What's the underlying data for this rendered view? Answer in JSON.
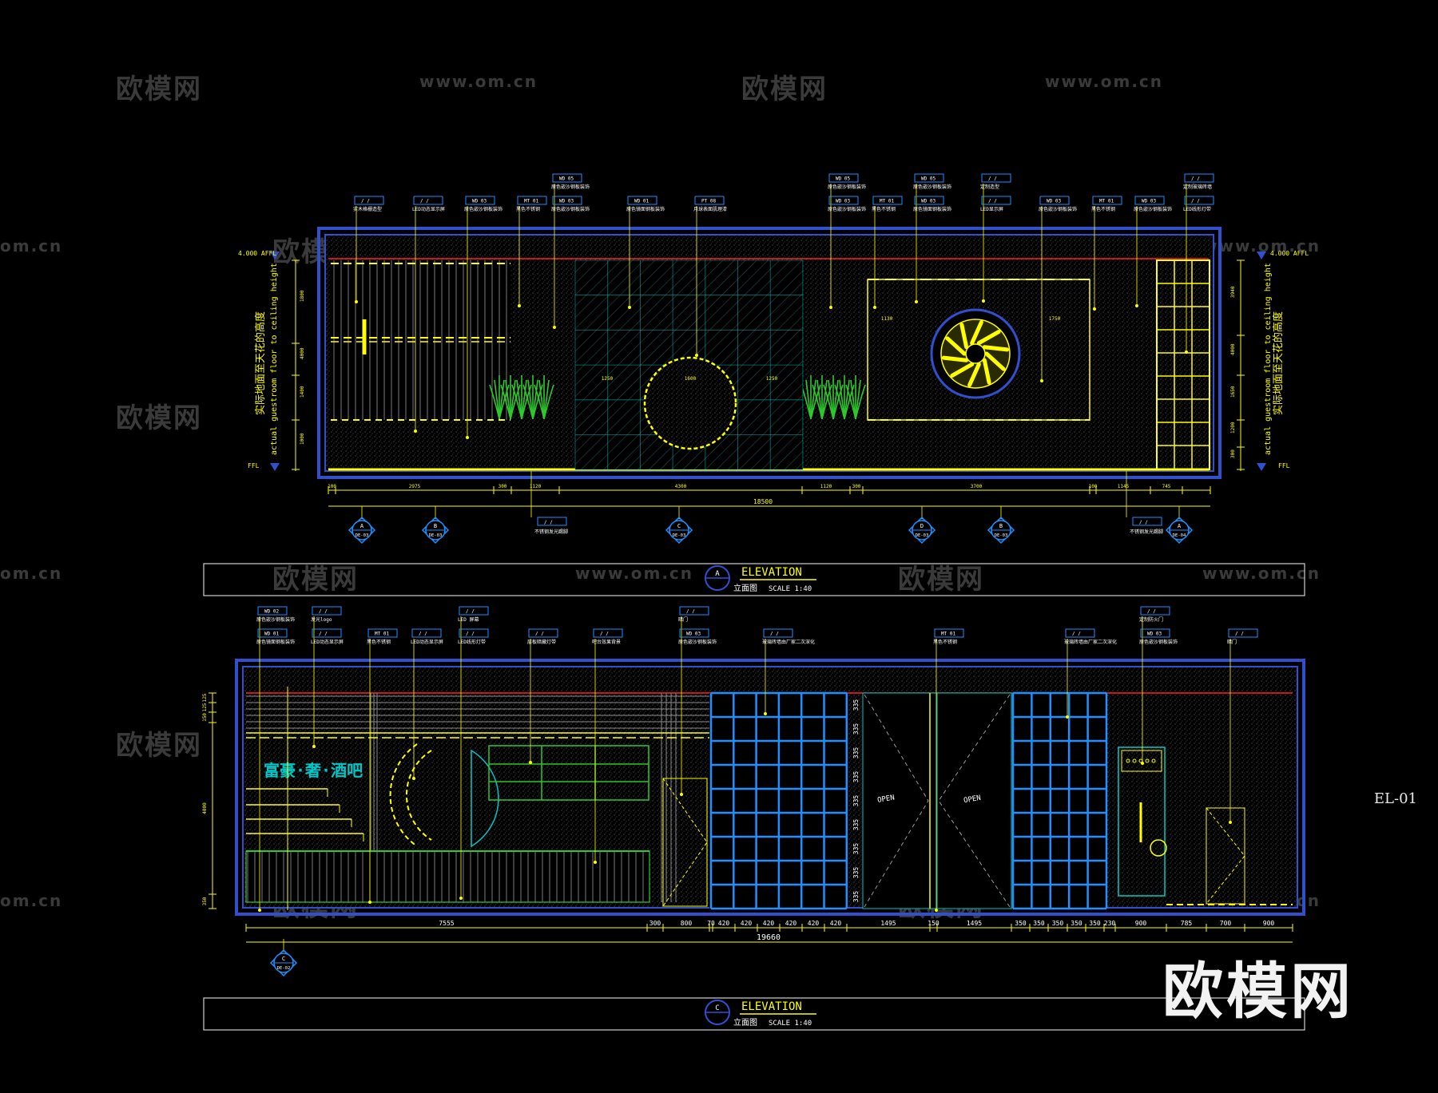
{
  "watermarks": {
    "cn": "欧模网",
    "url": "www.om.cn",
    "url_short": "om.cn"
  },
  "brand": "欧模网",
  "sheet_id": "EL-01",
  "colors": {
    "frame": "#3050d0",
    "yellow": "#ffff00",
    "cyan": "#00c8c8",
    "blue": "#1e90ff",
    "red": "#ff2020",
    "green": "#2ec82e",
    "white": "#ffffff",
    "grey": "#8a8a8a"
  },
  "elevation_a": {
    "title": "ELEVATION",
    "subtitle": "立面图",
    "scale": "SCALE 1:40",
    "mark": "A",
    "level_top": "4.000 AFFL",
    "level_floor": "FFL",
    "height_note_cn": "实际地面至天花的高度",
    "height_note_en": "actual guestroom floor to ceiling height",
    "overall_dim": "18500",
    "dims": [
      "100",
      "2975",
      "300",
      "1120",
      "4300",
      "1120",
      "300",
      "3700",
      "100",
      "1145",
      "745"
    ],
    "vert_dims_left": [
      "1800",
      "4000",
      "1400",
      "1000"
    ],
    "vert_dims_right": [
      "3940",
      "4000",
      "1650",
      "1200",
      "300"
    ],
    "callouts": [
      {
        "code": "/ /",
        "text": "实木格栅造型"
      },
      {
        "code": "/ /",
        "text": "LED动态显示屏"
      },
      {
        "code": "WD 03",
        "text": "原色嵌沙钢板装饰"
      },
      {
        "code": "MT 01",
        "text": "黑色不锈钢"
      },
      {
        "code": "WD 03",
        "text": "原色嵌沙钢板装饰",
        "code2": "WD 05",
        "text2": "原色嵌沙钢板装饰"
      },
      {
        "code": "WD 01",
        "text": "原色镜面钢板装饰"
      },
      {
        "code": "PT 08",
        "text": "月球表面肌理漆"
      },
      {
        "code": "WD 03",
        "text": "原色嵌沙钢板装饰",
        "code2": "WD 05",
        "text2": "原色嵌沙钢板装饰"
      },
      {
        "code": "MT 01",
        "text": "黑色不锈钢"
      },
      {
        "code": "WD 03",
        "text": "原色镜面钢板装饰",
        "code2": "WD 05",
        "text2": "原色嵌沙钢板装饰"
      },
      {
        "code": "/ /",
        "text": "LED显示屏",
        "code2": "/ /",
        "text2": "定制造型"
      },
      {
        "code": "WD 03",
        "text": "原色嵌沙钢板装饰"
      },
      {
        "code": "MT 01",
        "text": "黑色不锈钢"
      },
      {
        "code": "WD 03",
        "text": "原色嵌沙钢板装饰"
      },
      {
        "code": "/ /",
        "text": "LED线形灯带",
        "code2": "/ /",
        "text2": "定制玻璃砖墙"
      }
    ],
    "bottom_notes": [
      {
        "code": "/ /",
        "text": "不锈钢发光踢脚"
      },
      {
        "code": "/ /",
        "text": "不锈钢发光踢脚"
      }
    ],
    "section_tags": [
      {
        "top": "A",
        "bottom": "DE-03"
      },
      {
        "top": "B",
        "bottom": "DE-03"
      },
      {
        "top": "C",
        "bottom": "DE-03"
      },
      {
        "top": "D",
        "bottom": "DE-03"
      },
      {
        "top": "B",
        "bottom": "DE-03"
      },
      {
        "top": "A",
        "bottom": "DE-04"
      }
    ],
    "inner_dims": [
      "1250",
      "1600",
      "1250",
      "1130",
      "1750"
    ]
  },
  "elevation_c": {
    "title": "ELEVATION",
    "subtitle": "立面图",
    "scale": "SCALE 1:40",
    "mark": "C",
    "overall_dim": "19660",
    "dims": [
      "7555",
      "300",
      "800",
      "70",
      "420",
      "420",
      "420",
      "420",
      "420",
      "420",
      "1495",
      "150",
      "1495",
      "350",
      "350",
      "350",
      "350",
      "350",
      "230",
      "900",
      "785",
      "700",
      "900"
    ],
    "vert_dims_left": [
      "125",
      "125",
      "150",
      "4000",
      "350"
    ],
    "vert_dims_grid": [
      "335",
      "335",
      "335",
      "335",
      "335",
      "335",
      "335",
      "335",
      "335"
    ],
    "sign_text": "富豪·奢·酒吧",
    "open_left": "OPEN",
    "open_right": "OPEN",
    "callouts": [
      {
        "code": "WD 01",
        "text": "原色镜面钢板装饰",
        "code2": "WD 02",
        "text2": "原色嵌沙钢板装饰"
      },
      {
        "code": "/ /",
        "text": "LED动态显示屏",
        "code2": "/ /",
        "text2": "发光logo"
      },
      {
        "code": "MT 01",
        "text": "黑色不锈钢"
      },
      {
        "code": "/ /",
        "text": "LED动态显示屏"
      },
      {
        "code": "/ /",
        "text": "LED线形灯带",
        "code2": "/ /",
        "text2": "LED 屏幕"
      },
      {
        "code": "/ /",
        "text": "层板暗藏灯带"
      },
      {
        "code": "/ /",
        "text": "吧台效果背景"
      },
      {
        "code": "WD 03",
        "text": "原色嵌沙钢板装饰",
        "code2": "/ /",
        "text2": "暗门"
      },
      {
        "code": "/ /",
        "text": "玻璃砖墙由厂家二次深化"
      },
      {
        "code": "MT 01",
        "text": "黑色不锈钢"
      },
      {
        "code": "/ /",
        "text": "玻璃砖墙由厂家二次深化"
      },
      {
        "code": "WD 03",
        "text": "原色嵌沙钢板装饰",
        "code2": "/ /",
        "text2": "定制防火门"
      },
      {
        "code": "/ /",
        "text": "暗门"
      }
    ],
    "section_tags": [
      {
        "top": "C",
        "bottom": "DE-02"
      }
    ]
  }
}
